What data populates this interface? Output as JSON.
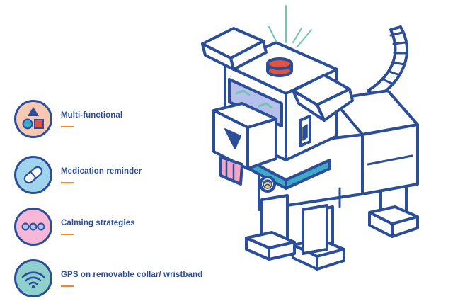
{
  "features": [
    {
      "label": "Multi-functional",
      "icon": "shapes-icon",
      "badge_color": "#f7c9b3"
    },
    {
      "label": "Medication reminder",
      "icon": "pill-icon",
      "badge_color": "#9fd4ec"
    },
    {
      "label": "Calming strategies",
      "icon": "dots-icon",
      "badge_color": "#f6b8d6"
    },
    {
      "label": "GPS on removable collar/ wristband",
      "icon": "wifi-icon",
      "badge_color": "#8fd0cc"
    }
  ],
  "colors": {
    "outline": "#2b4e9a",
    "underline": "#f08a1c",
    "collar": "#3fa9c9",
    "visor": "#b7c0ea",
    "antenna": "#6fc6b3",
    "button": "#e0533f",
    "tongue": "#f3a6c3",
    "tag": "#f3d37a"
  }
}
